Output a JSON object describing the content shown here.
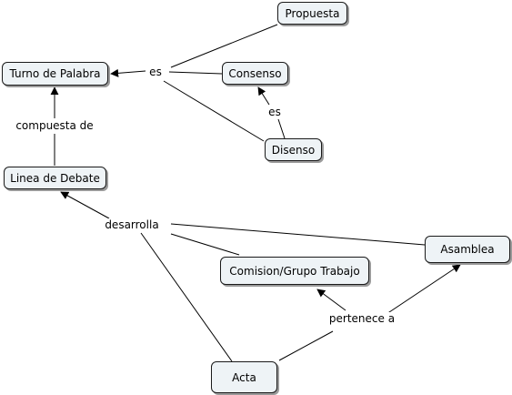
{
  "concepts": {
    "propuesta": "Propuesta",
    "turno": "Turno de Palabra",
    "consenso": "Consenso",
    "disenso": "Disenso",
    "linea": "Linea de Debate",
    "asamblea": "Asamblea",
    "comision": "Comision/Grupo Trabajo",
    "acta": "Acta"
  },
  "links": {
    "es_main": "es",
    "es_disenso": "es",
    "compuesta": "compuesta de",
    "desarrolla": "desarrolla",
    "pertenece": "pertenece a"
  },
  "colors": {
    "node_fill": "#eef3f6",
    "node_border": "#1a1a1a",
    "line": "#000000"
  }
}
